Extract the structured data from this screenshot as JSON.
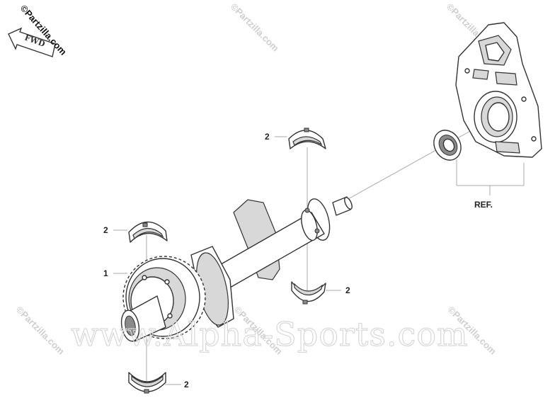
{
  "copyright_mark": "©Partzilla.com",
  "fwd_label": "FWD",
  "ref_label": "REF.",
  "watermark_site": "www.Alpha-Sports.com",
  "watermark_diag": "©Partzilla.com",
  "callouts": {
    "gear": "1",
    "bearing_top": "2",
    "bearing_left": "2",
    "bearing_right": "2",
    "bearing_bottom": "2"
  }
}
